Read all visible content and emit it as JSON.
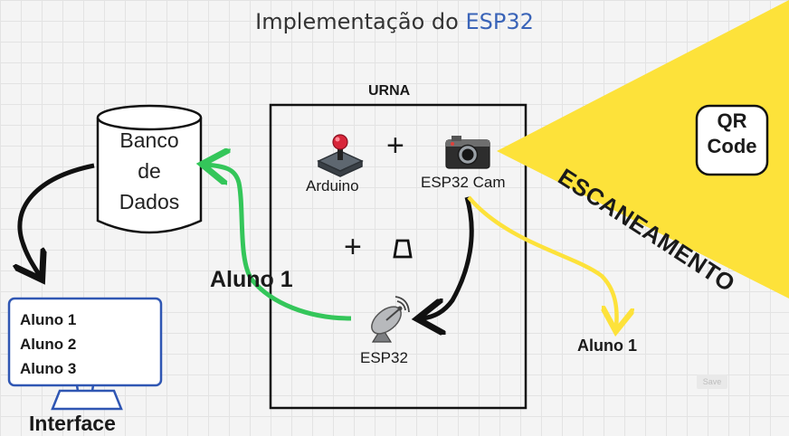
{
  "title": {
    "prefix": "Implementação do ",
    "accent": "ESP32"
  },
  "urna": {
    "label": "URNA"
  },
  "database": {
    "lines": [
      "Banco",
      "de",
      "Dados"
    ]
  },
  "components": {
    "arduino": "Arduino",
    "esp32cam": "ESP32 Cam",
    "esp32": "ESP32",
    "plus": "+"
  },
  "qr": {
    "lines": [
      "QR",
      "Code"
    ]
  },
  "scan_label": "ESCANEAMENTO",
  "aluno_green": "Aluno 1",
  "aluno_yellow": "Aluno 1",
  "interface": {
    "items": [
      "Aluno 1",
      "Aluno 2",
      "Aluno 3"
    ],
    "label": "Interface"
  },
  "save_badge": "Save",
  "colors": {
    "accent": "#3a64b8",
    "green_arrow": "#34c65a",
    "yellow": "#fde23a",
    "monitor_blue": "#2f56b3",
    "black_arrow": "#111111"
  },
  "icons": [
    "joystick-icon",
    "camera-icon",
    "satellite-antenna-icon",
    "trapezoid-icon",
    "database-icon",
    "monitor-icon"
  ]
}
